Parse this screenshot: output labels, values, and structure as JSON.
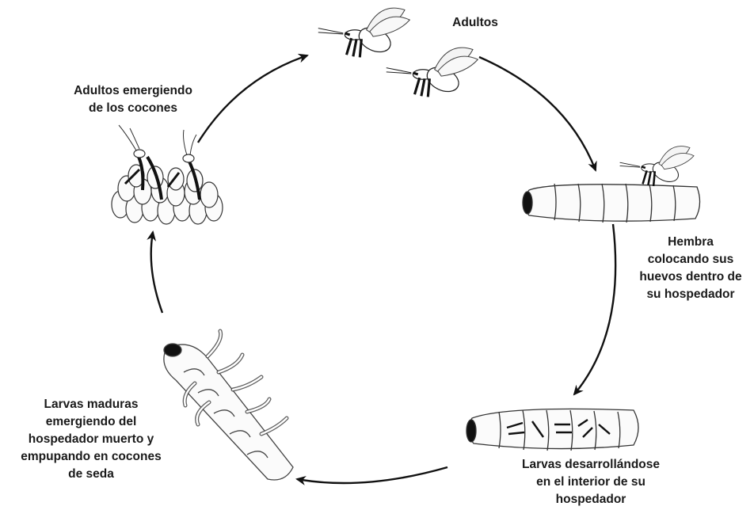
{
  "labels": {
    "adults": "Adultos",
    "emerging": "Adultos emergiendo\nde los cocones",
    "female": "Hembra\ncolocando sus\nhuevos dentro de\nsu hospedador",
    "developing": "Larvas desarrollándose\nen el interior de su\nhospedador",
    "mature": "Larvas maduras\nemergiendo del\nhospedador muerto y\nempupando en cocones\nde seda"
  }
}
